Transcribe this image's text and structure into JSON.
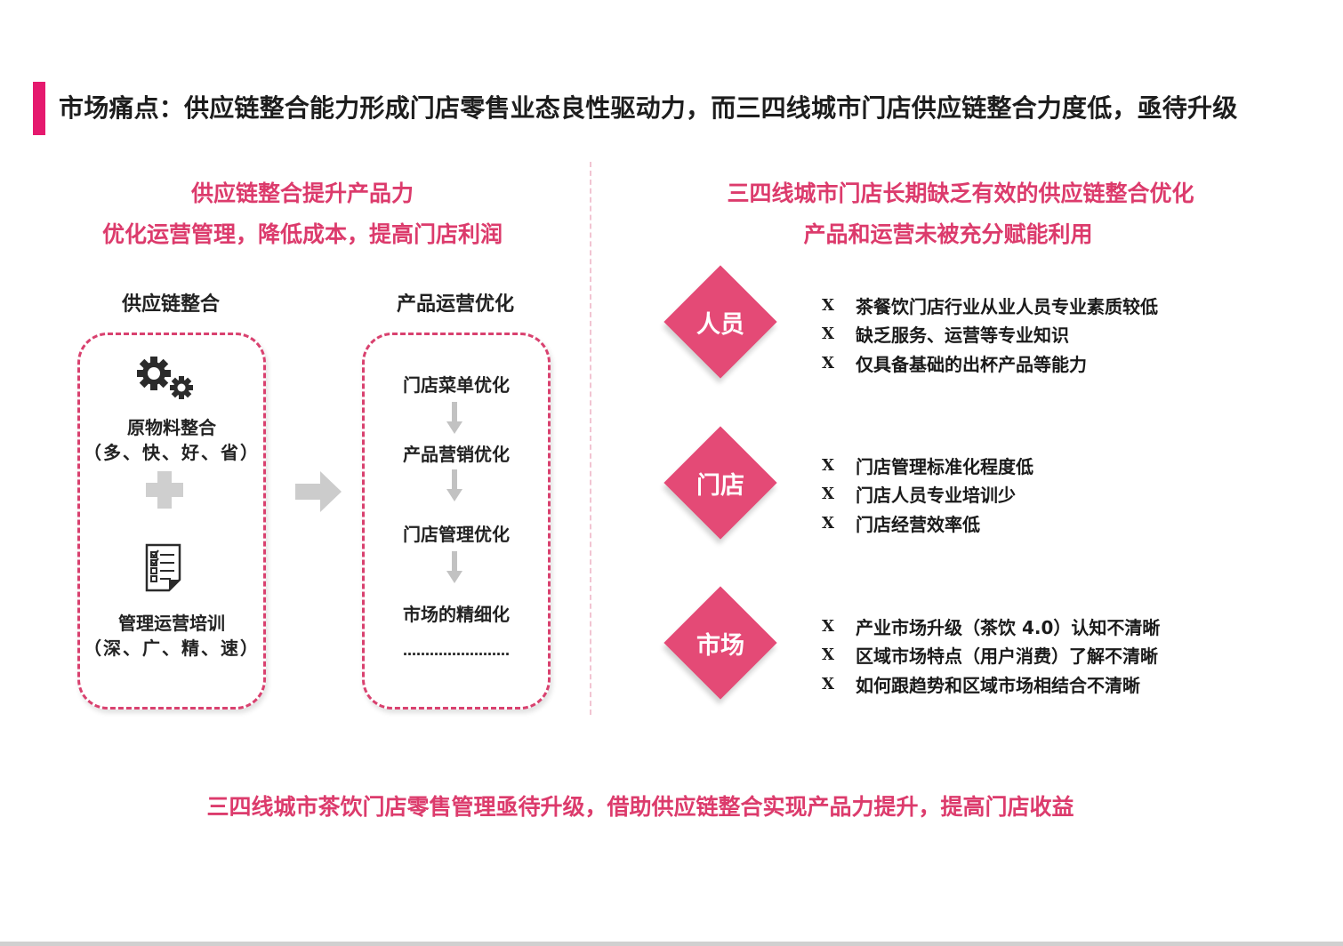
{
  "header": {
    "title": "市场痛点：供应链整合能力形成门店零售业态良性驱动力，而三四线城市门店供应链整合力度低，亟待升级",
    "accent_color": "#e5196e"
  },
  "left_panel": {
    "subtitle_line1": "供应链整合提升产品力",
    "subtitle_line2": "优化运营管理，降低成本，提高门店利润",
    "supply_chain": {
      "heading": "供应链整合",
      "item1_icon": "gear-icon",
      "item1_title": "原物料整合",
      "item1_detail": "（多、快、好、省）",
      "connector_icon": "plus-icon",
      "item2_icon": "checklist-icon",
      "item2_title": "管理运营培训",
      "item2_detail": "（深、广、精、速）"
    },
    "flow_arrow_icon": "right-arrow-icon",
    "optimization": {
      "heading": "产品运营优化",
      "steps": [
        "门店菜单优化",
        "产品营销优化",
        "门店管理优化",
        "市场的精细化"
      ],
      "ellipsis": "……………………"
    }
  },
  "right_panel": {
    "subtitle_line1": "三四线城市门店长期缺乏有效的供应链整合优化",
    "subtitle_line2": "产品和运营未被充分赋能利用",
    "categories": [
      {
        "label": "人员",
        "issues": [
          "茶餐饮门店行业从业人员专业素质较低",
          "缺乏服务、运营等专业知识",
          "仅具备基础的出杯产品等能力"
        ]
      },
      {
        "label": "门店",
        "issues": [
          "门店管理标准化程度低",
          "门店人员专业培训少",
          "门店经营效率低"
        ]
      },
      {
        "label": "市场",
        "issues": [
          "产业市场升级（茶饮 4.0）认知不清晰",
          "区域市场特点（用户消费）了解不清晰",
          "如何跟趋势和区域市场相结合不清晰"
        ]
      }
    ],
    "issue_marker": "X",
    "diamond_color": "#e44a76"
  },
  "footer": {
    "conclusion": "三四线城市茶饮门店零售管理亟待升级，借助供应链整合实现产品力提升，提高门店收益"
  }
}
